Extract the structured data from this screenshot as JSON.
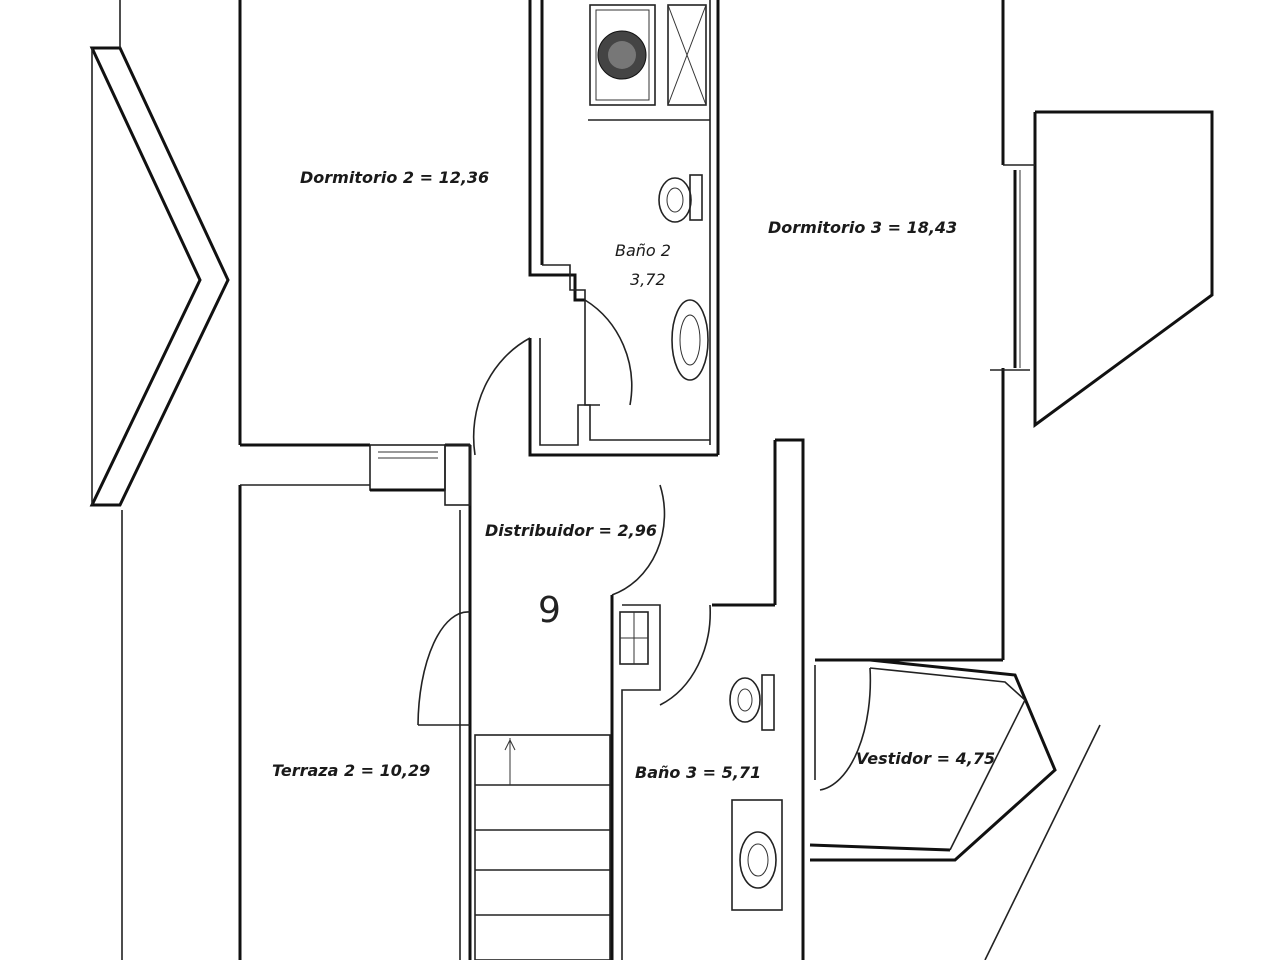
{
  "rooms": {
    "dormitorio2": "Dormitorio 2 = 12,36",
    "dormitorio3": "Dormitorio 3 = 18,43",
    "bano2_name": "Baño 2",
    "bano2_area": "3,72",
    "distribuidor": "Distribuidor = 2,96",
    "terraza2": "Terraza 2 = 10,29",
    "bano3": "Baño 3 = 5,71",
    "vestidor": "Vestidor = 4,75"
  },
  "marker": "9"
}
